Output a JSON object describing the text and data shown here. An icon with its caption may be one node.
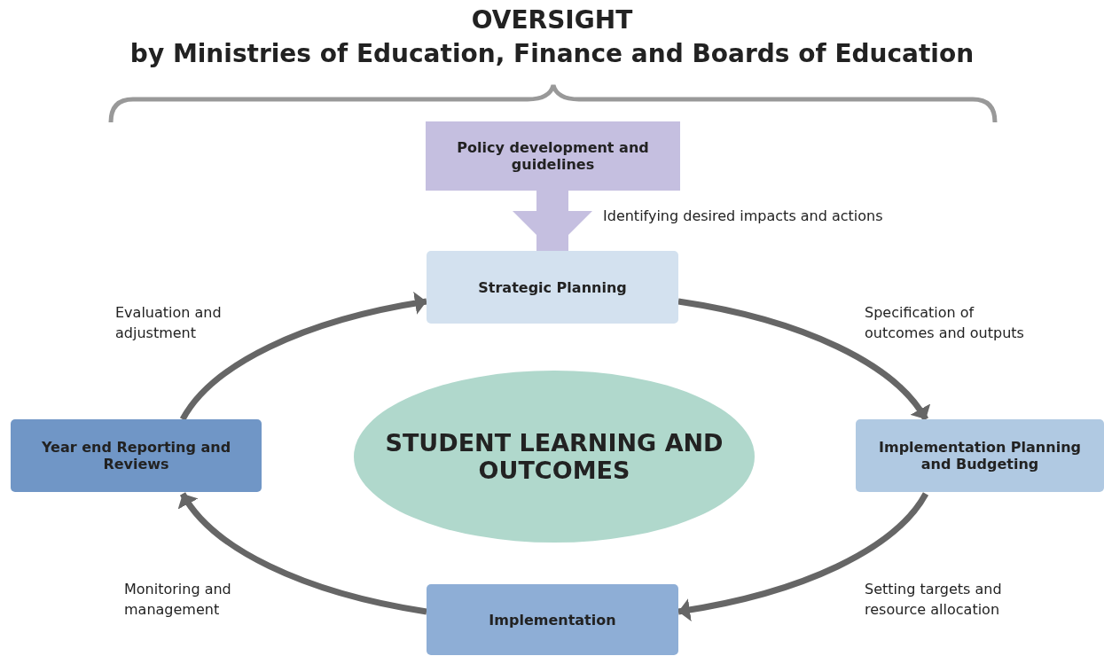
{
  "diagram": {
    "title": "OVERSIGHT",
    "nodes": [
      {
        "text": [
          "Policy development and guidelines"
        ]
      },
      {
        "text": [
          "Strategic Planning"
        ]
      },
      {
        "text": [
          "Implementation Planning and Budgeting"
        ]
      },
      {
        "text": [
          "Implementation"
        ]
      },
      {
        "text": [
          "Year end Reporting and Reviews"
        ]
      },
      {
        "text": [
          "STUDENT LEARNING AND OUTCOMES"
        ]
      }
    ],
    "edges": [
      {
        "from": 0,
        "to": 1,
        "arrow": "to",
        "label": "Identifying desired impacts and actions",
        "style": "thick",
        "color": "#c5bfe0"
      },
      {
        "from": 1,
        "to": 2,
        "arrow": "to",
        "label": "Specification of outcomes and outputs"
      },
      {
        "from": 2,
        "to": 3,
        "arrow": "to",
        "label": "Setting targets and resource allocation"
      },
      {
        "from": 3,
        "to": 4,
        "arrow": "to",
        "label": "Monitoring and management"
      },
      {
        "from": 4,
        "to": 1,
        "arrow": "to",
        "label": "Evaluation and adjustment"
      }
    ],
    "labels": [
      "by Ministries of Education, Finance and Boards of Education"
    ]
  }
}
